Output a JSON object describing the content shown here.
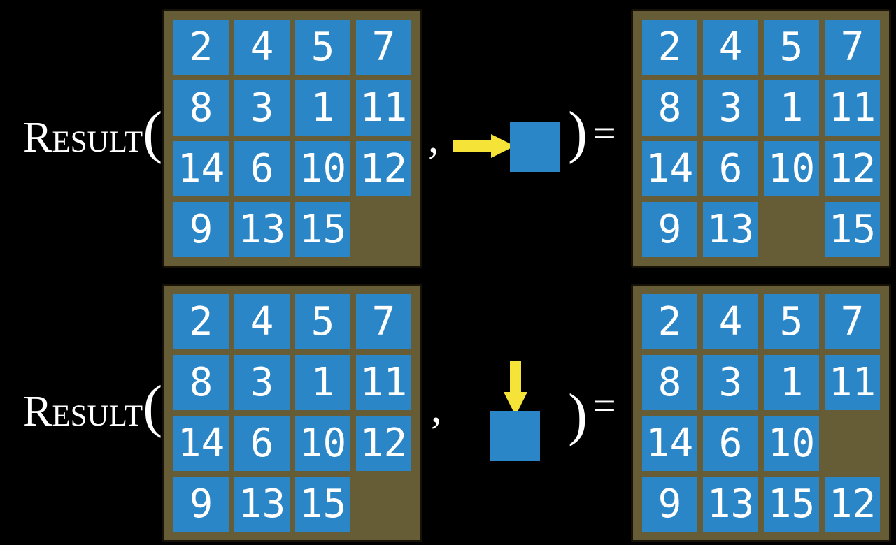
{
  "page": {
    "background": "#000000"
  },
  "colors": {
    "bg": "#000000",
    "tile": "#2b86c8",
    "board": "#665c35",
    "board-border": "#171207",
    "arrow": "#f5e338",
    "text": "#ffffff"
  },
  "rows": [
    {
      "function_name": "Result",
      "open_paren": "(",
      "comma": ",",
      "close_paren": ")",
      "equals_sign": "=",
      "action": {
        "type": "slide-tile",
        "direction": "right",
        "icon": "arrow-right-icon"
      },
      "board_before": [
        [
          "2",
          "4",
          "5",
          "7"
        ],
        [
          "8",
          "3",
          "1",
          "11"
        ],
        [
          "14",
          "6",
          "10",
          "12"
        ],
        [
          "9",
          "13",
          "15",
          null
        ]
      ],
      "board_after": [
        [
          "2",
          "4",
          "5",
          "7"
        ],
        [
          "8",
          "3",
          "1",
          "11"
        ],
        [
          "14",
          "6",
          "10",
          "12"
        ],
        [
          "9",
          "13",
          null,
          "15"
        ]
      ]
    },
    {
      "function_name": "Result",
      "open_paren": "(",
      "comma": ",",
      "close_paren": ")",
      "equals_sign": "=",
      "action": {
        "type": "slide-tile",
        "direction": "down",
        "icon": "arrow-down-icon"
      },
      "board_before": [
        [
          "2",
          "4",
          "5",
          "7"
        ],
        [
          "8",
          "3",
          "1",
          "11"
        ],
        [
          "14",
          "6",
          "10",
          "12"
        ],
        [
          "9",
          "13",
          "15",
          null
        ]
      ],
      "board_after": [
        [
          "2",
          "4",
          "5",
          "7"
        ],
        [
          "8",
          "3",
          "1",
          "11"
        ],
        [
          "14",
          "6",
          "10",
          null
        ],
        [
          "9",
          "13",
          "15",
          "12"
        ]
      ]
    }
  ]
}
